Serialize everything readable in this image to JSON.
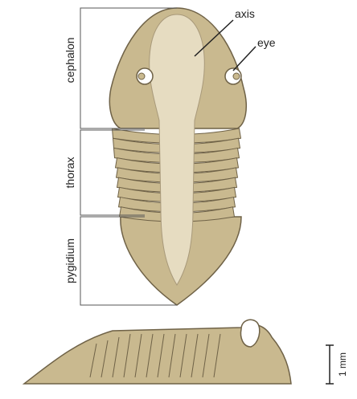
{
  "labels": {
    "cephalon": "cephalon",
    "thorax": "thorax",
    "pygidium": "pygidium",
    "axis": "axis",
    "eye": "eye"
  },
  "scale_bar": {
    "label": "1 mm"
  },
  "colors": {
    "shell": "#c9b98f",
    "axis_fill": "#e6dcc1",
    "outline": "#6f6247",
    "bracket": "#555555"
  }
}
